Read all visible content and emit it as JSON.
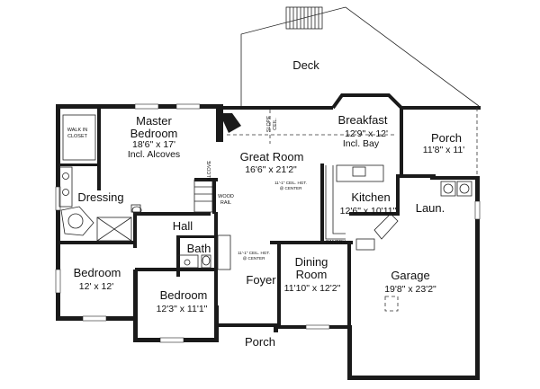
{
  "rooms": {
    "deck": {
      "name": "Deck"
    },
    "master_bedroom": {
      "name_line1": "Master",
      "name_line2": "Bedroom",
      "dims": "18'6\" x 17'",
      "note": "Incl. Alcoves"
    },
    "breakfast": {
      "name": "Breakfast",
      "dims": "12'9\" x  12'",
      "note": "Incl. Bay"
    },
    "porch_right": {
      "name": "Porch",
      "dims": "11'8\" x 11'"
    },
    "great_room": {
      "name": "Great Room",
      "dims": "16'6\" x 21'2\""
    },
    "kitchen": {
      "name": "Kitchen",
      "dims": "12'6\" x 10'11\""
    },
    "laundry": {
      "name": "Laun."
    },
    "dressing": {
      "name": "Dressing"
    },
    "hall": {
      "name": "Hall"
    },
    "bath": {
      "name": "Bath"
    },
    "bedroom_left": {
      "name": "Bedroom",
      "dims": "12' x 12'"
    },
    "bedroom_center": {
      "name": "Bedroom",
      "dims": "12'3\" x 11'1\""
    },
    "foyer": {
      "name": "Foyer"
    },
    "dining_room": {
      "name_line1": "Dining",
      "name_line2": "Room",
      "dims": "11'10\" x 12'2\""
    },
    "garage": {
      "name": "Garage",
      "dims": "19'8\" x 23'2\""
    },
    "porch_front": {
      "name": "Porch"
    }
  },
  "notes": {
    "walk_in_line1": "WALK IN",
    "walk_in_line2": "CLOSET",
    "alcove": "ALCOVE",
    "slope_line1": "SLOPE",
    "slope_line2": "CEIL.",
    "wood_line1": "WOOD",
    "wood_line2": "RAIL",
    "ceiling_great_line1": "11'-1\" CEIL. HGT.",
    "ceiling_great_line2": "@ CENTER",
    "ceiling_bath_line1": "11'-1\" CEIL. HGT.",
    "ceiling_bath_line2": "@ CENTER",
    "pantry": "PANTRY"
  }
}
